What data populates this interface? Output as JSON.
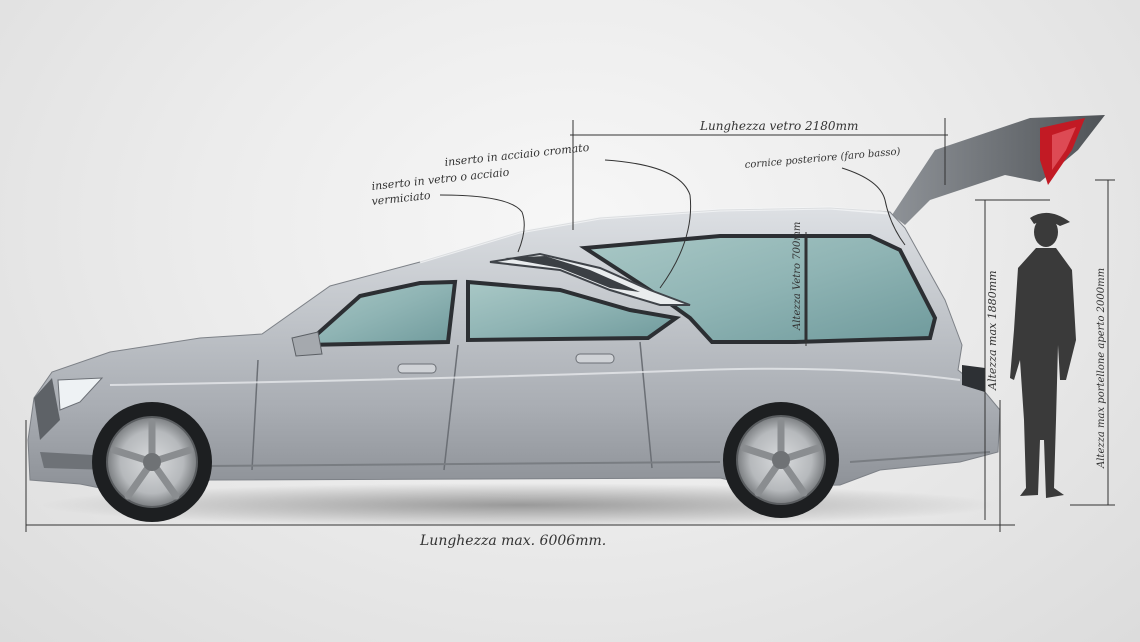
{
  "annotations": {
    "rear_length": "Lunghezza vetro 2180mm",
    "chrome_insert": "inserto in acciaio cromato",
    "glass_insert_line1": "inserto in vetro o acciaio",
    "glass_insert_line2": "vermiciato",
    "rear_frame": "cornice posteriore (faro basso)",
    "glass_height": "Altezza Vetro 700mm",
    "max_height": "Altezza max 1880mm",
    "door_open_height": "Altezza max portellone aperto 2000mm",
    "total_length": "Lunghezza max. 6006mm."
  },
  "colors": {
    "body": "#b9bdc3",
    "glass": "#8fb4b4",
    "silhouette": "#3a3a3a",
    "sketch_line": "#333333",
    "taillight": "#c21a24"
  }
}
